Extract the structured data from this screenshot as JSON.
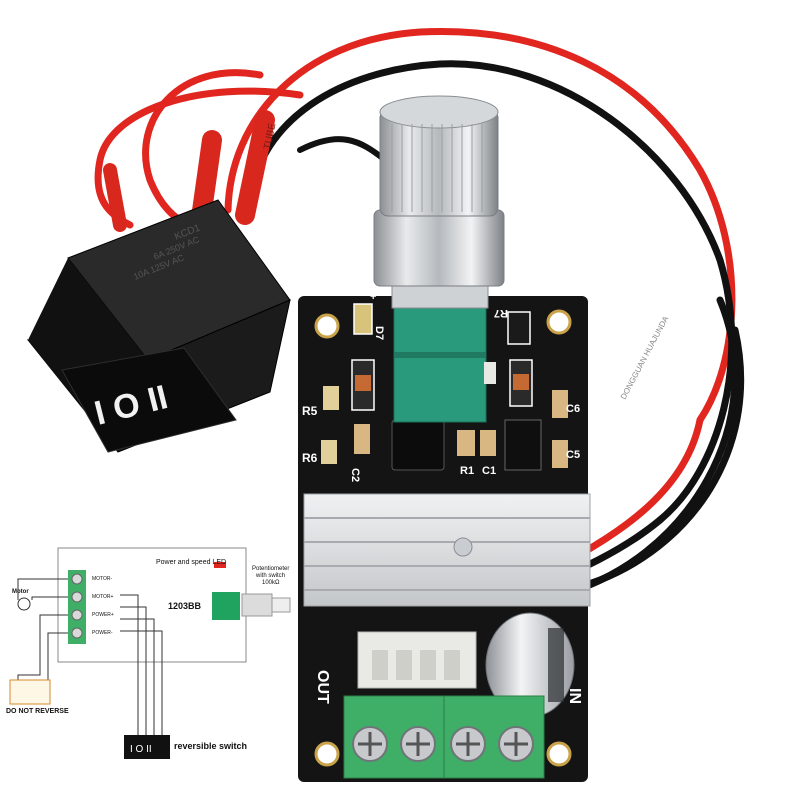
{
  "pcb": {
    "silkscreen": {
      "out_label": "OUT",
      "in_label": "IN",
      "d7": "D7",
      "r7": "R7",
      "r5": "R5",
      "r6": "R6",
      "c2": "C2",
      "r1": "R1",
      "c1": "C1",
      "c5": "C5",
      "c6": "C6",
      "plus": "+",
      "minus": "-"
    }
  },
  "switch": {
    "position_marks": "I O II",
    "print_line1": "KCD1",
    "print_line2": "6A 250V AC",
    "print_line3": "10A 125V AC"
  },
  "wire_print": {
    "tube_text": "TUBE",
    "brand_text": "DONGGUAN HUAJUNDA"
  },
  "diagram": {
    "power_speed_led": "Power and speed LED",
    "potentiometer_line1": "Potentiometer",
    "potentiometer_line2": "with switch",
    "potentiometer_line3": "100kΩ",
    "chip_label": "1203BB",
    "motor_label": "Motor",
    "terminal_motor_minus": "MOTOR-",
    "terminal_motor_plus": "MOTOR+",
    "terminal_power_plus": "POWER+",
    "terminal_power_minus": "POWER-",
    "do_not_reverse": "DO NOT REVERSE",
    "reversible_switch": "reversible switch",
    "switch_marks": "I O II"
  },
  "colors": {
    "pcb": "#141414",
    "wire_red": "#e0261f",
    "wire_black": "#111111",
    "knob_silver": "#b8bcc0",
    "pot_green": "#2a9a7c",
    "terminal_green": "#3fae66",
    "heatsink": "#d9dbdd",
    "switch_body": "#1b1b1b"
  }
}
